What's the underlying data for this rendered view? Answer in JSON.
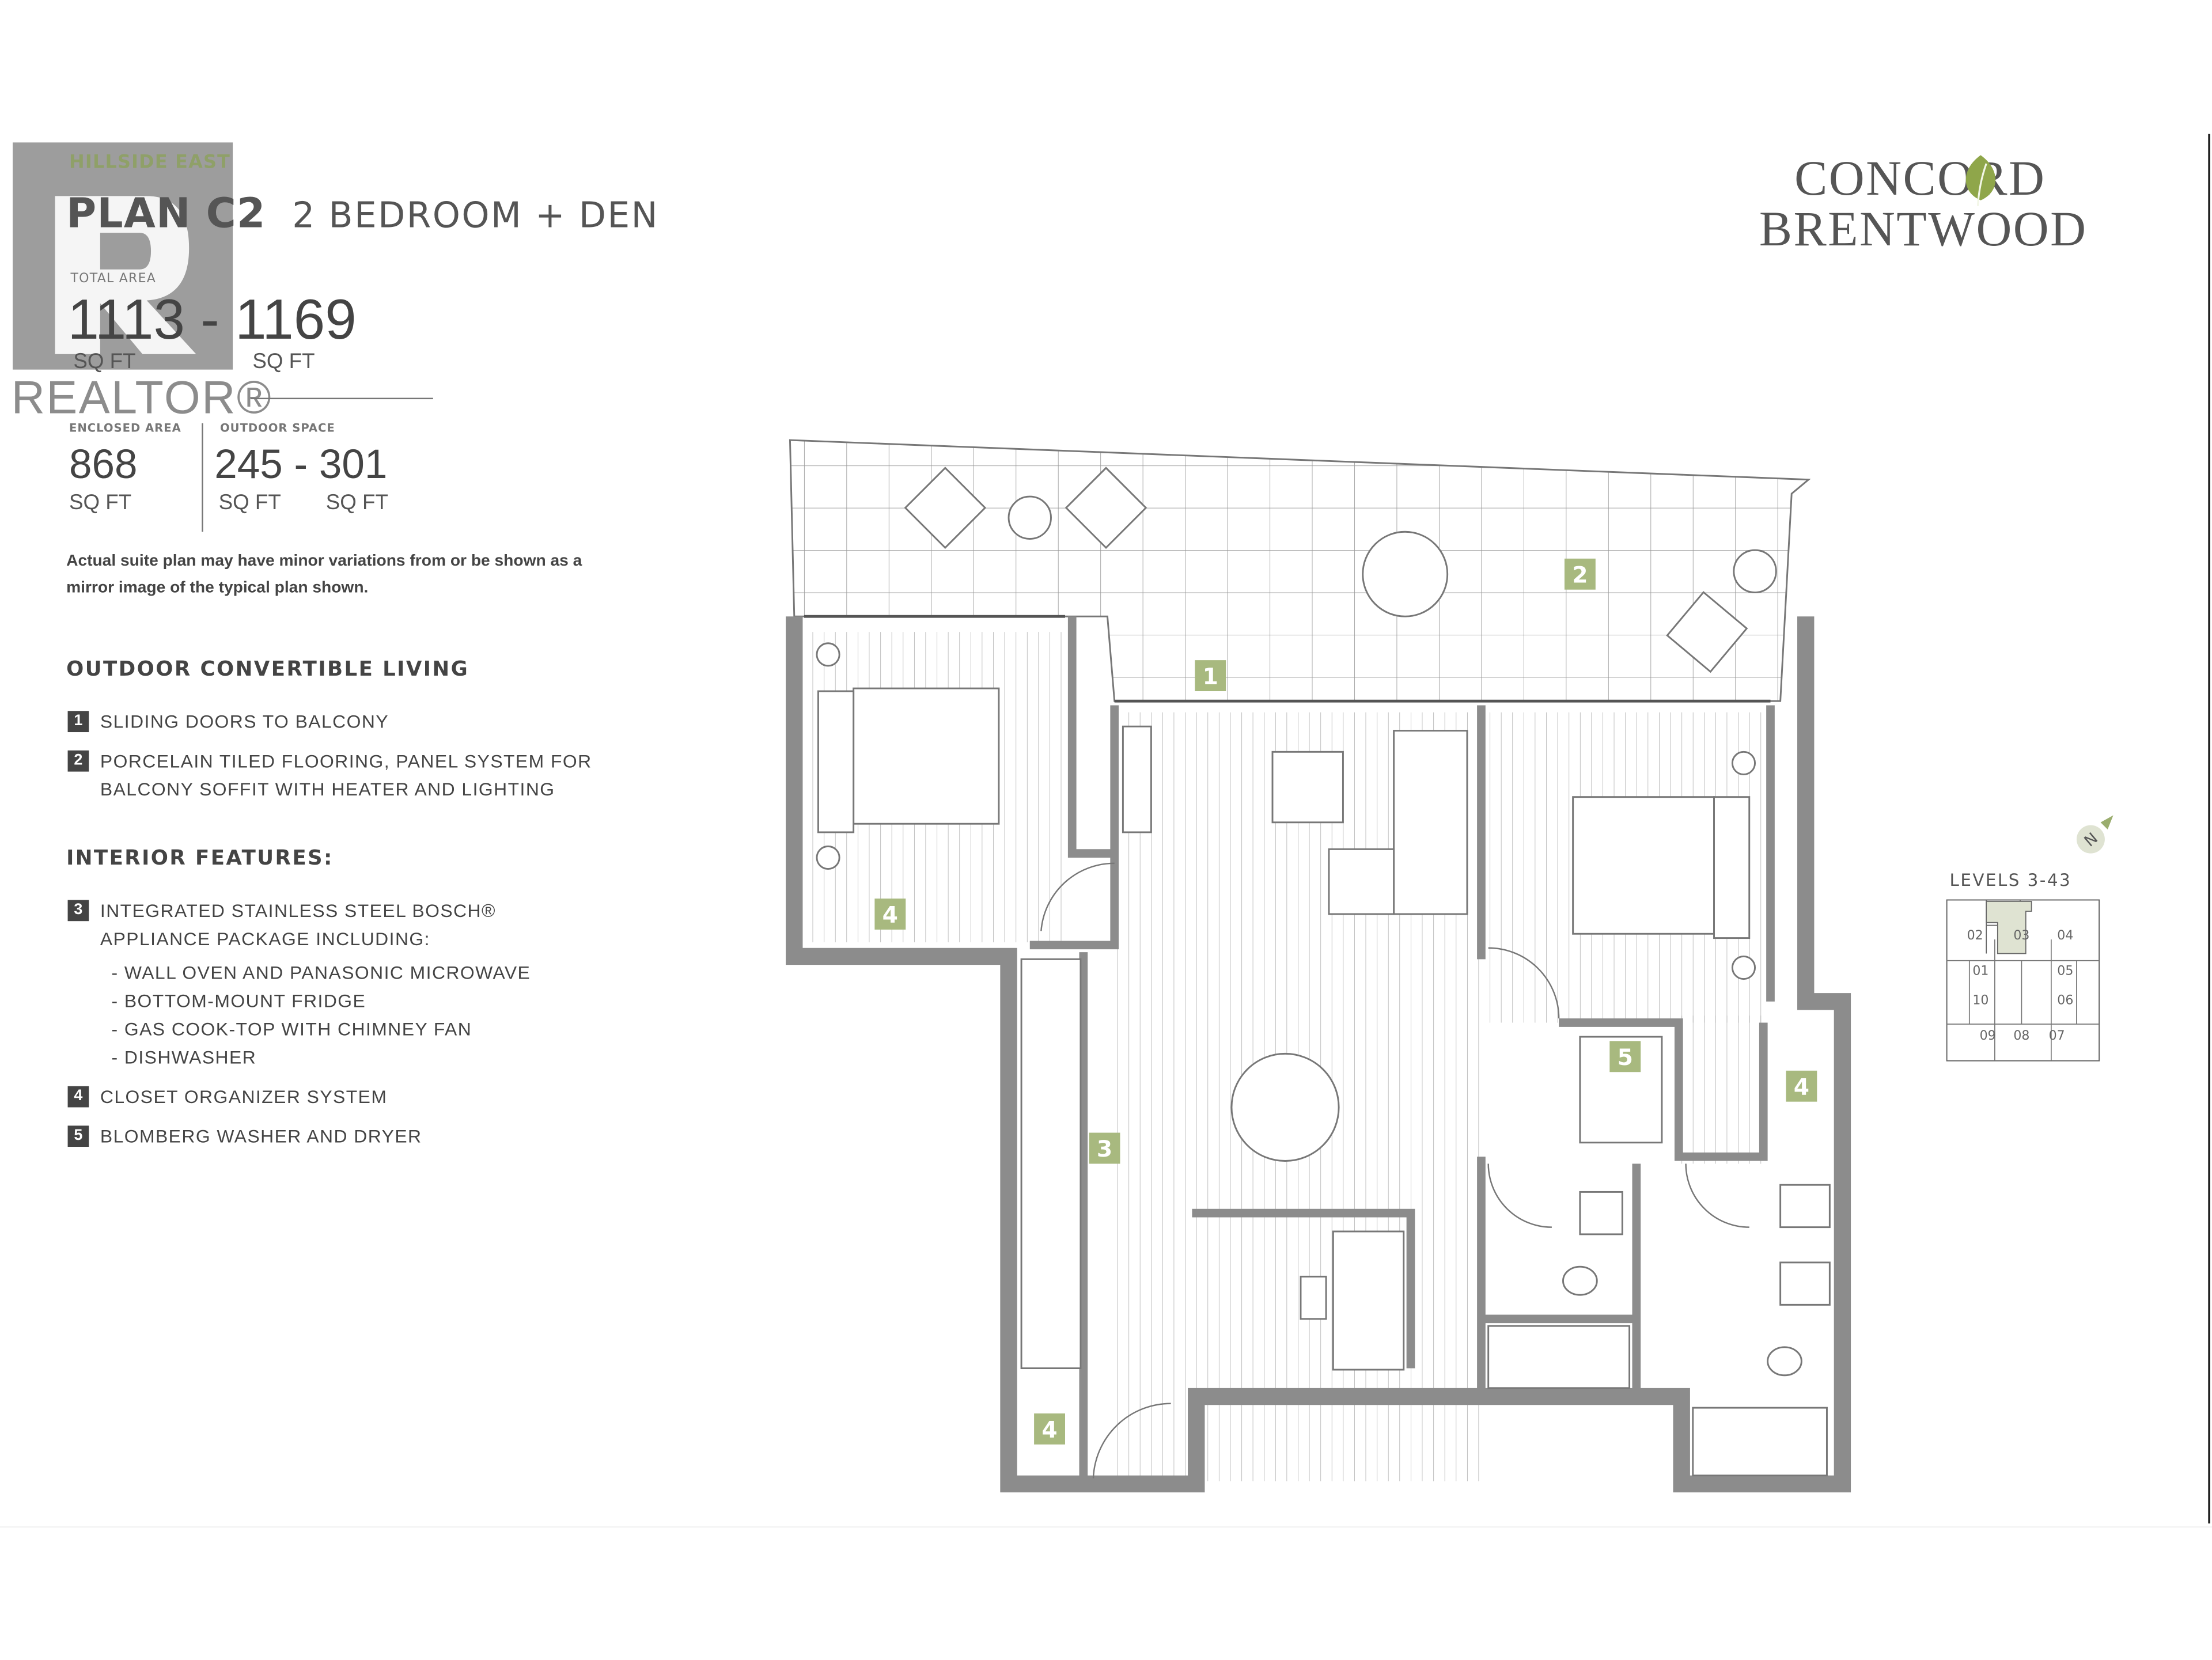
{
  "header": {
    "building": "HILLSIDE EAST",
    "plan": "PLAN C2",
    "plan_type": "2 BEDROOM + DEN"
  },
  "areas": {
    "total_label": "TOTAL AREA",
    "total_min": "1113",
    "dash": "-",
    "total_max": "1169",
    "unit": "SQ FT",
    "enclosed_label": "ENCLOSED AREA",
    "enclosed": "868",
    "outdoor_label": "OUTDOOR SPACE",
    "outdoor_min": "245",
    "outdoor_max": "301"
  },
  "disclaimer": "Actual suite plan may have minor variations from or be shown as a mirror image of the typical plan shown.",
  "outdoor": {
    "heading": "OUTDOOR CONVERTIBLE LIVING",
    "items": [
      {
        "num": "1",
        "text": "SLIDING DOORS TO BALCONY"
      },
      {
        "num": "2",
        "text": "PORCELAIN TILED FLOORING, PANEL SYSTEM FOR BALCONY SOFFIT WITH HEATER AND LIGHTING"
      }
    ]
  },
  "interior": {
    "heading": "INTERIOR FEATURES:",
    "items": [
      {
        "num": "3",
        "text": "INTEGRATED STAINLESS STEEL BOSCH® APPLIANCE PACKAGE INCLUDING:",
        "sub": [
          "- WALL OVEN AND PANASONIC MICROWAVE",
          "- BOTTOM-MOUNT FRIDGE",
          "- GAS COOK-TOP WITH CHIMNEY FAN",
          "- DISHWASHER"
        ]
      },
      {
        "num": "4",
        "text": "CLOSET ORGANIZER SYSTEM"
      },
      {
        "num": "5",
        "text": "BLOMBERG WASHER AND DRYER"
      }
    ]
  },
  "logo": {
    "line1": "CONCORD",
    "line2": "BRENTWOOD",
    "icon": "leaf-icon"
  },
  "watermark": {
    "text": "REALTOR®",
    "icon": "realtor-r-logo"
  },
  "floorplan_markers": [
    "1",
    "2",
    "3",
    "4",
    "4",
    "4",
    "5"
  ],
  "keyplan": {
    "title": "LEVELS 3-43",
    "compass": "N",
    "units": [
      "02",
      "03",
      "04",
      "01",
      "05",
      "10",
      "06",
      "09",
      "08",
      "07"
    ],
    "highlighted": "03"
  },
  "colors": {
    "accent": "#9aad6e",
    "marker": "#a8b97f",
    "wall": "#8c8c8c",
    "text": "#444444"
  }
}
